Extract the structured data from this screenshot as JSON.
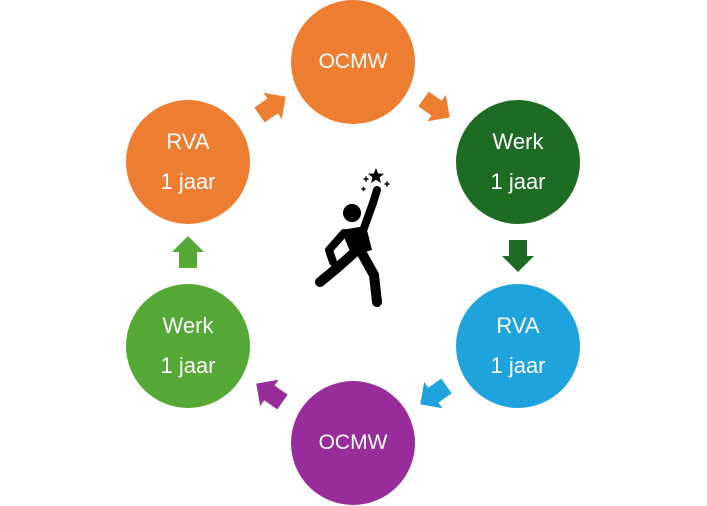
{
  "diagram": {
    "nodes": [
      {
        "id": "ocmw-top",
        "line1": "OCMW",
        "line2": "",
        "color": "#ed7d31"
      },
      {
        "id": "werk-right",
        "line1": "Werk",
        "line2": "1 jaar",
        "color": "#1e6b24"
      },
      {
        "id": "rva-right",
        "line1": "RVA",
        "line2": "1 jaar",
        "color": "#1fa3dd"
      },
      {
        "id": "ocmw-bottom",
        "line1": "OCMW",
        "line2": "",
        "color": "#982c9a"
      },
      {
        "id": "werk-left",
        "line1": "Werk",
        "line2": "1 jaar",
        "color": "#55a835"
      },
      {
        "id": "rva-left",
        "line1": "RVA",
        "line2": "1 jaar",
        "color": "#ed7d31"
      }
    ],
    "arrows": [
      {
        "from": "ocmw-top",
        "to": "werk-right",
        "color": "#ed7d31"
      },
      {
        "from": "werk-right",
        "to": "rva-right",
        "color": "#1e6b24"
      },
      {
        "from": "rva-right",
        "to": "ocmw-bottom",
        "color": "#1fa3dd"
      },
      {
        "from": "ocmw-bottom",
        "to": "werk-left",
        "color": "#982c9a"
      },
      {
        "from": "werk-left",
        "to": "rva-left",
        "color": "#55a835"
      },
      {
        "from": "rva-left",
        "to": "ocmw-top",
        "color": "#ed7d31"
      }
    ],
    "center_icon": "person-reaching-star-icon"
  }
}
